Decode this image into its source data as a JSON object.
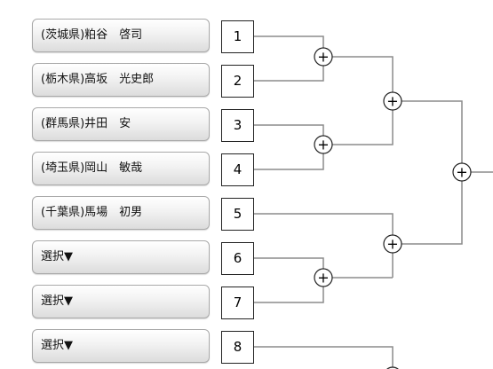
{
  "players": [
    {
      "label": "(茨城県)粕谷　啓司",
      "seed": "1"
    },
    {
      "label": "(栃木県)高坂　光史郎",
      "seed": "2"
    },
    {
      "label": "(群馬県)井田　安",
      "seed": "3"
    },
    {
      "label": "(埼玉県)岡山　敏哉",
      "seed": "4"
    },
    {
      "label": "(千葉県)馬場　初男",
      "seed": "5"
    },
    {
      "label": "選択▼",
      "seed": "6"
    },
    {
      "label": "選択▼",
      "seed": "7"
    },
    {
      "label": "選択▼",
      "seed": "8"
    }
  ],
  "advance_symbol": "+",
  "colors": {
    "line": "#8c8c8c",
    "box_border": "#222222",
    "button_border": "#a9a9a9"
  }
}
